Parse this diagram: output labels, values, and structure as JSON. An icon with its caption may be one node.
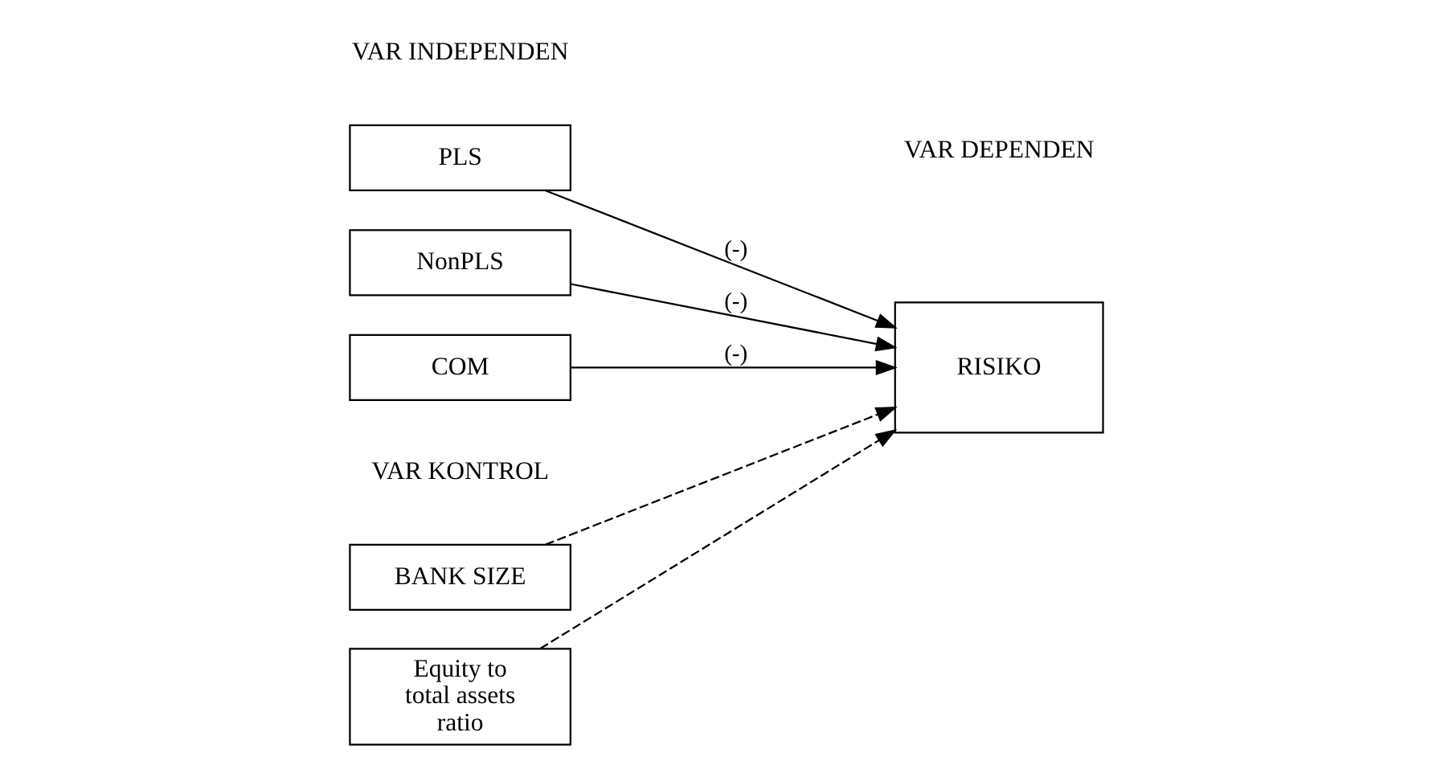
{
  "diagram": {
    "nodes": [
      {
        "text": [
          "PLS"
        ]
      },
      {
        "text": [
          "NonPLS"
        ]
      },
      {
        "text": [
          "COM"
        ]
      },
      {
        "text": [
          "BANK SIZE"
        ]
      },
      {
        "text": [
          "Equity to total assets ratio"
        ]
      },
      {
        "text": [
          "RISIKO"
        ]
      }
    ],
    "edges": [
      {
        "from": 0,
        "to": 5,
        "arrow": "to",
        "label": "(-)"
      },
      {
        "from": 1,
        "to": 5,
        "arrow": "to",
        "label": "(-)"
      },
      {
        "from": 2,
        "to": 5,
        "arrow": "to",
        "label": "(-)"
      },
      {
        "from": 3,
        "to": 5,
        "arrow": "to",
        "style": "dashed"
      },
      {
        "from": 4,
        "to": 5,
        "arrow": "to",
        "style": "dashed"
      }
    ],
    "labels": [
      "VAR INDEPENDEN",
      "VAR DEPENDEN",
      "VAR KONTROL"
    ]
  }
}
